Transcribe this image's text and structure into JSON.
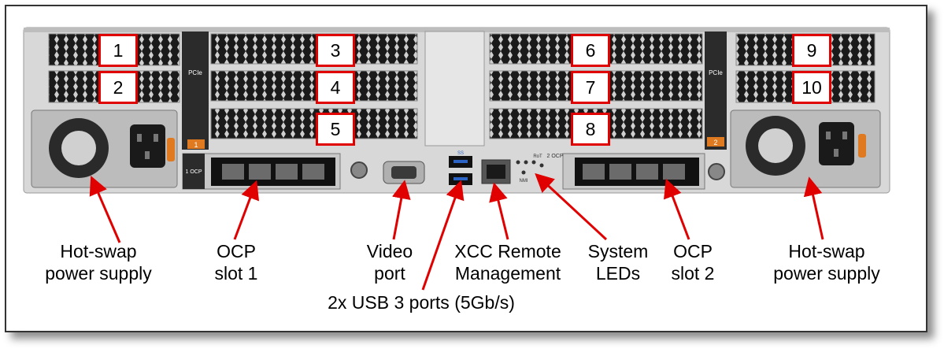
{
  "slots": [
    "1",
    "2",
    "3",
    "4",
    "5",
    "6",
    "7",
    "8",
    "9",
    "10"
  ],
  "chassis_marks": {
    "pcie_left": "PCIe",
    "pcie_right": "PCIe",
    "riser1": "1",
    "riser2": "2",
    "ocp1": "1 OCP",
    "ocp2": "2 OCP",
    "nmi": "NMI",
    "rot": "RoT",
    "usb_tag": "SS"
  },
  "labels": {
    "psu_left": [
      "Hot-swap",
      "power supply"
    ],
    "ocp1": [
      "OCP",
      "slot 1"
    ],
    "video": [
      "Video",
      "port"
    ],
    "usb": "2x USB 3 ports (5Gb/s)",
    "xcc": [
      "XCC Remote",
      "Management"
    ],
    "leds": [
      "System",
      "LEDs"
    ],
    "ocp2": [
      "OCP",
      "slot 2"
    ],
    "psu_right": [
      "Hot-swap",
      "power supply"
    ]
  },
  "colors": {
    "callout": "#e00000",
    "chassis": "#d4d4d4",
    "grille": "#1a1a1a"
  }
}
